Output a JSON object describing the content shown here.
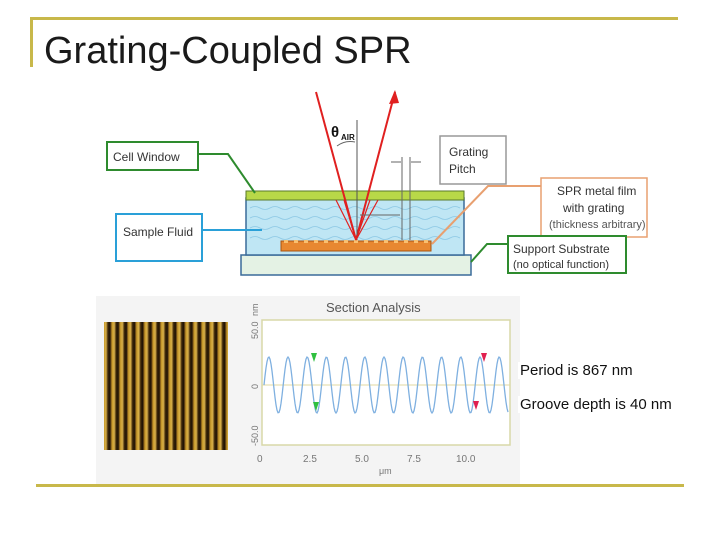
{
  "slide": {
    "title": "Grating-Coupled SPR"
  },
  "diagram": {
    "angle_label": "θ",
    "angle_subscript": "AIR",
    "cell_window": "Cell Window",
    "grating_pitch_line1": "Grating",
    "grating_pitch_line2": "Pitch",
    "spr_film_line1": "SPR metal film",
    "spr_film_line2": "with grating",
    "spr_film_line3": "(thickness arbitrary)",
    "sample_fluid": "Sample Fluid",
    "support_line1": "Support Substrate",
    "support_line2": "(no optical function)"
  },
  "section_analysis": {
    "title": "Section Analysis",
    "x_ticks": [
      "0",
      "2.5",
      "5.0",
      "7.5",
      "10.0"
    ],
    "x_unit": "μm",
    "y_ticks": [
      "50.0",
      "0",
      "-50.0"
    ],
    "y_unit": "nm"
  },
  "annotations": {
    "period": "Period is 867 nm",
    "depth": "Groove depth is 40 nm"
  },
  "colors": {
    "frame": "#c8b84a",
    "label_connector": "#2e8b2e",
    "fluid_connector": "#2aa0d8",
    "support_connector": "#2e8b2e",
    "beam": "#e02020",
    "grating": "#e88830"
  }
}
